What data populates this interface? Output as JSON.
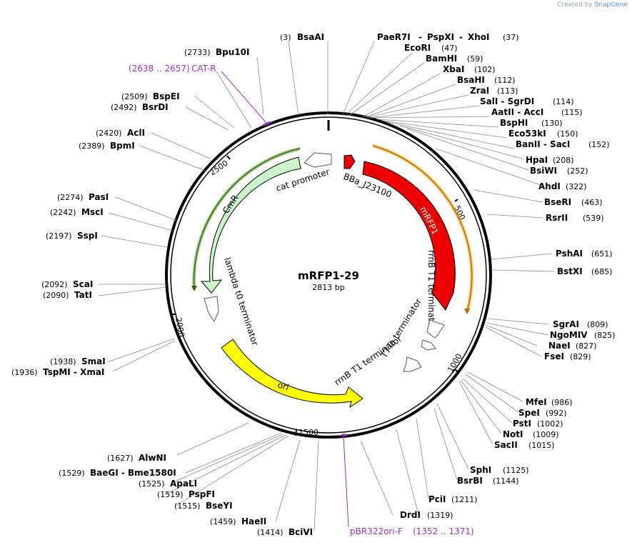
{
  "credit": {
    "prefix": "Created by",
    "brand": "SnapGene"
  },
  "plasmid": {
    "name": "mRFP1-29",
    "size_label": "2813 bp",
    "length": 2813
  },
  "ticks": [
    "500",
    "1000",
    "1500",
    "2000",
    "2500"
  ],
  "sites_right": [
    {
      "name": "PaeR7I",
      "sep": " - ",
      "name2": "PspXI",
      "name3": "XhoI",
      "pos": "(37)"
    },
    {
      "name": "EcoRI",
      "pos": "(47)"
    },
    {
      "name": "BamHI",
      "pos": "(59)"
    },
    {
      "name": "XbaI",
      "pos": "(102)"
    },
    {
      "name": "BsaHI",
      "pos": "(112)"
    },
    {
      "name": "ZraI",
      "pos": "(113)"
    },
    {
      "name": "SalI - SgrDI",
      "pos": "(114)"
    },
    {
      "name": "AatII - AccI",
      "pos": "(115)"
    },
    {
      "name": "BspHI",
      "pos": "(130)"
    },
    {
      "name": "Eco53kI",
      "pos": "(150)"
    },
    {
      "name": "BanII - SacI",
      "pos": "(152)"
    },
    {
      "name": "HpaI",
      "pos": "(208)"
    },
    {
      "name": "BsiWI",
      "pos": "(252)"
    },
    {
      "name": "AhdI",
      "pos": "(322)"
    },
    {
      "name": "BseRI",
      "pos": "(463)"
    },
    {
      "name": "RsrII",
      "pos": "(539)"
    },
    {
      "name": "PshAI",
      "pos": "(651)"
    },
    {
      "name": "BstXI",
      "pos": "(685)"
    },
    {
      "name": "SgrAI",
      "pos": "(809)"
    },
    {
      "name": "NgoMIV",
      "pos": "(825)"
    },
    {
      "name": "NaeI",
      "pos": "(827)"
    },
    {
      "name": "FseI",
      "pos": "(829)"
    },
    {
      "name": "MfeI",
      "pos": "(986)"
    },
    {
      "name": "SpeI",
      "pos": "(992)"
    },
    {
      "name": "PstI",
      "pos": "(1002)"
    },
    {
      "name": "NotI",
      "pos": "(1009)"
    },
    {
      "name": "SacII",
      "pos": "(1015)"
    },
    {
      "name": "SphI",
      "pos": "(1125)"
    },
    {
      "name": "BsrBI",
      "pos": "(1144)"
    },
    {
      "name": "PciI",
      "pos": "(1211)"
    },
    {
      "name": "DrdI",
      "pos": "(1319)"
    }
  ],
  "sites_left": [
    {
      "name": "BsaAI",
      "pos": "(3)"
    },
    {
      "name": "Bpu10I",
      "pos": "(2733)"
    },
    {
      "name": "BspEI",
      "pos": "(2509)"
    },
    {
      "name": "BsrDI",
      "pos": "(2492)"
    },
    {
      "name": "AclI",
      "pos": "(2420)"
    },
    {
      "name": "BpmI",
      "pos": "(2389)"
    },
    {
      "name": "PasI",
      "pos": "(2274)"
    },
    {
      "name": "MscI",
      "pos": "(2242)"
    },
    {
      "name": "SspI",
      "pos": "(2197)"
    },
    {
      "name": "ScaI",
      "pos": "(2092)"
    },
    {
      "name": "TatI",
      "pos": "(2090)"
    },
    {
      "name": "SmaI",
      "pos": "(1938)"
    },
    {
      "name": "TspMI - XmaI",
      "pos": "(1936)"
    },
    {
      "name": "AlwNI",
      "pos": "(1627)"
    },
    {
      "name": "BaeGI - Bme1580I",
      "pos": "(1529)"
    },
    {
      "name": "ApaLI",
      "pos": "(1525)"
    },
    {
      "name": "PspFI",
      "pos": "(1519)"
    },
    {
      "name": "BseYI",
      "pos": "(1515)"
    },
    {
      "name": "HaeII",
      "pos": "(1459)"
    },
    {
      "name": "BciVI",
      "pos": "(1414)"
    }
  ],
  "primers": [
    {
      "name": "CAT-R",
      "range": "(2638 .. 2657)"
    },
    {
      "name": "pBR322ori-F",
      "range": "(1352 .. 1371)"
    }
  ],
  "features": {
    "bba": "BBa_J23100",
    "mrfp1": "mRFP1",
    "rrnb_t1_a": "rrnB T1 terminator",
    "t7te": "T7Te terminator",
    "rrnb_t1_b": "rrnB T1 terminator",
    "ori": "ori",
    "lambda": "lambda t0 terminator",
    "cmr": "CmR",
    "cat_promoter": "cat promoter"
  },
  "colors": {
    "mrfp1": "#ee0000",
    "ori": "#ffff00",
    "cmr": "#ccf5cc",
    "primer": "#9b2fd0",
    "orange_arc": "#f2a900",
    "green_arc": "#6aa43c"
  }
}
